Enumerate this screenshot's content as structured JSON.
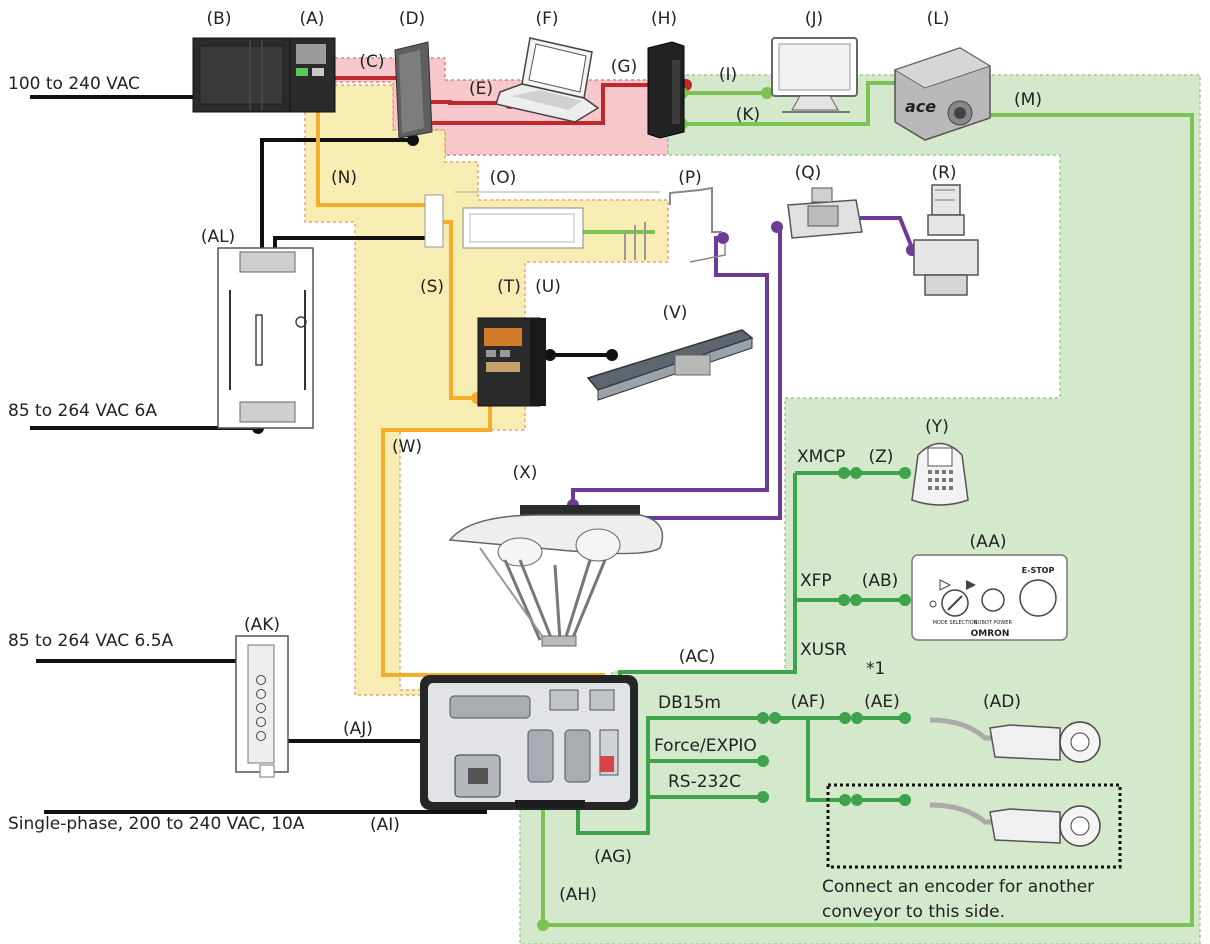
{
  "device_labels": {
    "A": "(A)",
    "B": "(B)",
    "D": "(D)",
    "F": "(F)",
    "H": "(H)",
    "J": "(J)",
    "L": "(L)",
    "AL": "(AL)",
    "O": "(O)",
    "P": "(P)",
    "Q": "(Q)",
    "R": "(R)",
    "T": "(T)",
    "U": "(U)",
    "V": "(V)",
    "X": "(X)",
    "Y": "(Y)",
    "AA": "(AA)",
    "AK": "(AK)",
    "AD": "(AD)"
  },
  "cable_labels": {
    "C": "(C)",
    "E": "(E)",
    "G": "(G)",
    "I": "(I)",
    "K": "(K)",
    "M": "(M)",
    "N": "(N)",
    "S": "(S)",
    "W": "(W)",
    "Z": "(Z)",
    "AB": "(AB)",
    "AC": "(AC)",
    "AF": "(AF)",
    "AE": "(AE)",
    "AJ": "(AJ)",
    "AI": "(AI)",
    "AG": "(AG)",
    "AH": "(AH)"
  },
  "power": {
    "main_ac": "100 to 240 VAC",
    "ps_al_input": "85 to 264 VAC 6A",
    "ps_ak_input": "85 to 264 VAC 6.5A",
    "controller_input": "Single-phase, 200 to 240 VAC, 10A"
  },
  "ports": {
    "xmcp": "XMCP",
    "xfp": "XFP",
    "xusr": "XUSR",
    "xusr_note": "*1",
    "db15m": "DB15m",
    "force_expio": "Force/EXPIO",
    "rs232c": "RS-232C"
  },
  "front_panel": {
    "estop": "E-STOP",
    "mode_selection": "MODE SELECTION",
    "robot_power": "ROBOT POWER",
    "brand": "OMRON"
  },
  "camera_brand": "ace",
  "encoder_note": [
    "Connect an encoder for another",
    "conveyor to this side."
  ],
  "colors": {
    "ethercat_red": "#c0282d",
    "ethernet_green": "#7dc353",
    "robot_green": "#3fa34d",
    "power_orange": "#f5ad2b",
    "motor_purple": "#6b3b96",
    "power_black": "#111111",
    "zone_red": "#f4b6ba",
    "zone_yellow": "#f6eaa6",
    "zone_green": "#cfe6c6"
  }
}
